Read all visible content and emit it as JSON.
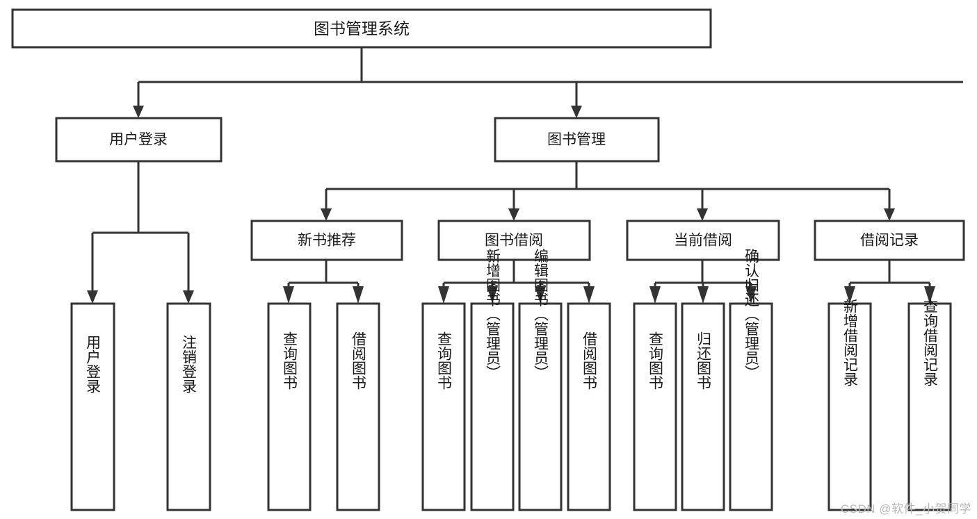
{
  "diagram": {
    "type": "tree-hierarchy-chart",
    "title": "图书管理系统",
    "colors": {
      "box_stroke": "#333333",
      "box_fill": "#ffffff",
      "text": "#1a1a1a",
      "background": "#ffffff",
      "watermark": "#b8b8b8"
    },
    "levels": {
      "level1": "root",
      "level2": "modules",
      "level3": "sub-modules",
      "level4": "operations"
    },
    "root": {
      "id": "root",
      "label": "图书管理系统"
    },
    "modules": [
      {
        "id": "user-login",
        "label": "用户登录"
      },
      {
        "id": "book-management",
        "label": "图书管理"
      }
    ],
    "submodules": [
      {
        "id": "new-book-recommend",
        "label": "新书推荐",
        "parent": "book-management"
      },
      {
        "id": "book-borrow",
        "label": "图书借阅",
        "parent": "book-management"
      },
      {
        "id": "current-borrow",
        "label": "当前借阅",
        "parent": "book-management"
      },
      {
        "id": "borrow-record",
        "label": "借阅记录",
        "parent": "book-management"
      }
    ],
    "leaves": {
      "user_login": [
        {
          "id": "leaf-user-login",
          "label": "用户登录"
        },
        {
          "id": "leaf-logout-login",
          "label": "注销登录"
        }
      ],
      "new_book_recommend": [
        {
          "id": "leaf-query-book-1",
          "label": "查询图书"
        },
        {
          "id": "leaf-borrow-book-1",
          "label": "借阅图书"
        }
      ],
      "book_borrow": [
        {
          "id": "leaf-query-book-2",
          "label": "查询图书"
        },
        {
          "id": "leaf-add-book",
          "label": "新增图书（管理员）"
        },
        {
          "id": "leaf-edit-book",
          "label": "编辑图书（管理员）"
        },
        {
          "id": "leaf-borrow-book-2",
          "label": "借阅图书"
        }
      ],
      "current_borrow": [
        {
          "id": "leaf-query-book-3",
          "label": "查询图书"
        },
        {
          "id": "leaf-return-book",
          "label": "归还图书"
        },
        {
          "id": "leaf-confirm-return",
          "label": "确认归还（管理员）"
        }
      ],
      "borrow_record": [
        {
          "id": "leaf-add-record",
          "label": "新增借阅记录"
        },
        {
          "id": "leaf-query-record",
          "label": "查询借阅记录"
        }
      ]
    }
  },
  "watermark": {
    "text": "CSDN @软件_小贺同学"
  }
}
